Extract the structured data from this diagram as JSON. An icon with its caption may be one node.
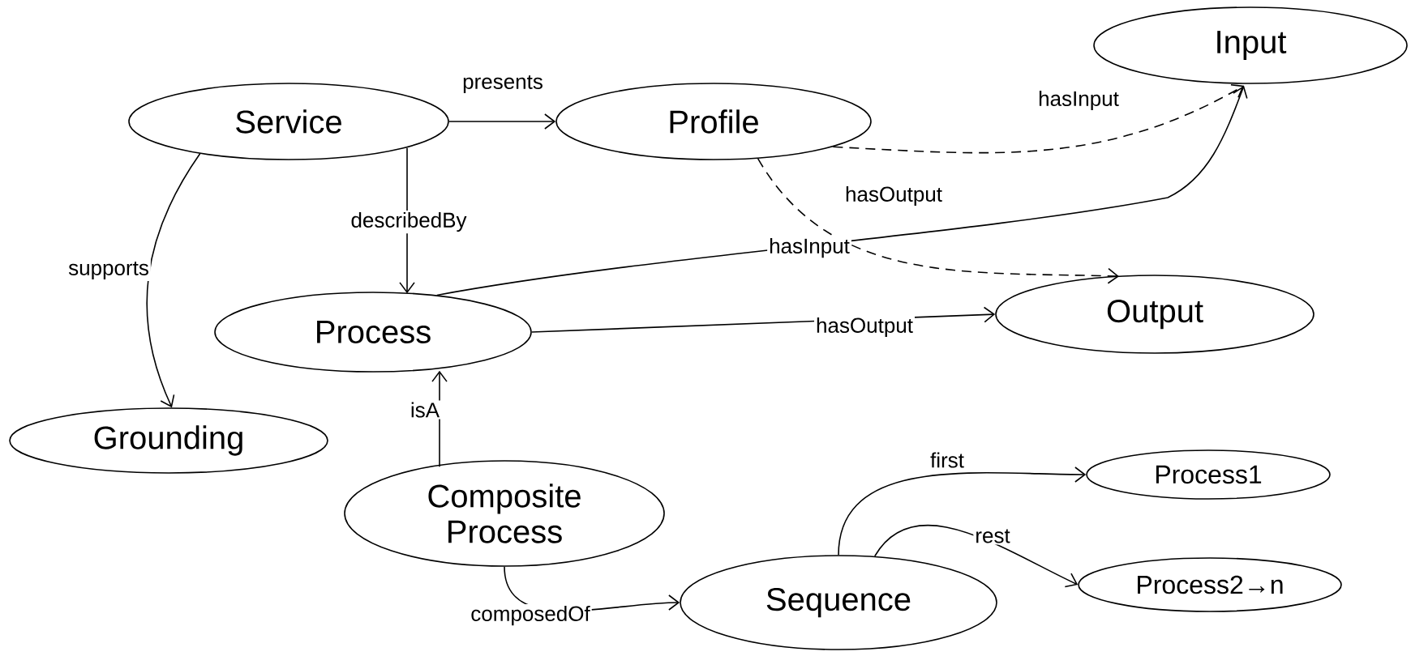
{
  "diagram": {
    "nodes": [
      {
        "text": [
          "Service"
        ]
      },
      {
        "text": [
          "Profile"
        ]
      },
      {
        "text": [
          "Input"
        ]
      },
      {
        "text": [
          "Process"
        ]
      },
      {
        "text": [
          "Output"
        ]
      },
      {
        "text": [
          "Grounding"
        ]
      },
      {
        "text": [
          "Composite Process"
        ]
      },
      {
        "text": [
          "Sequence"
        ]
      },
      {
        "text": [
          "Process1"
        ]
      },
      {
        "text": [
          "Process2→n"
        ]
      }
    ],
    "edges": [
      {
        "from": 0,
        "to": 1,
        "arrow": "to",
        "label": "presents"
      },
      {
        "from": 0,
        "to": 3,
        "arrow": "to",
        "label": "describedBy"
      },
      {
        "from": 0,
        "to": 5,
        "arrow": "to",
        "label": "supports"
      },
      {
        "from": 1,
        "to": 2,
        "arrow": "to",
        "label": "hasInput",
        "style": "dashed"
      },
      {
        "from": 1,
        "to": 4,
        "arrow": "to",
        "label": "hasOutput",
        "style": "dashed"
      },
      {
        "from": 3,
        "to": 2,
        "arrow": "to",
        "label": "hasInput"
      },
      {
        "from": 3,
        "to": 4,
        "arrow": "to",
        "label": "hasOutput"
      },
      {
        "from": 6,
        "to": 3,
        "arrow": "to",
        "label": "isA"
      },
      {
        "from": 6,
        "to": 7,
        "arrow": "to",
        "label": "composedOf"
      },
      {
        "from": 7,
        "to": 8,
        "arrow": "to",
        "label": "first"
      },
      {
        "from": 7,
        "to": 9,
        "arrow": "to",
        "label": "rest"
      }
    ]
  }
}
